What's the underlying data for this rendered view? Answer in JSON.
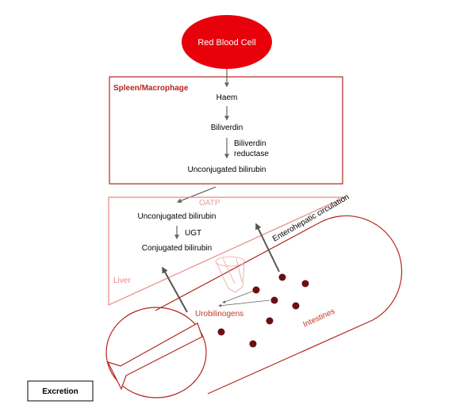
{
  "labels": {
    "rbc": "Red Blood Cell",
    "spleen_title": "Spleen/Macrophage",
    "haem": "Haem",
    "biliverdin": "Biliverdin",
    "reductase_line1": "Biliverdin",
    "reductase_line2": "reductase",
    "unconj_spleen": "Unconjugated bilirubin",
    "oatp": "OATP",
    "unconj_liver": "Unconjugated bilirubin",
    "ugt": "UGT",
    "conj_liver": "Conjugated bilirubin",
    "liver": "Liver",
    "enterohepatic": "Enterohepatic circulation",
    "urobilinogens": "Urobilinogens",
    "intestines": "Intestines",
    "excretion": "Excretion"
  },
  "colors": {
    "rbc_fill": "#e8000b",
    "spleen_border": "#b3261e",
    "liver_border": "#e48a84",
    "label_red": "#c0392b",
    "arrow_gray": "#666666",
    "dot": "#6b0f0f"
  }
}
